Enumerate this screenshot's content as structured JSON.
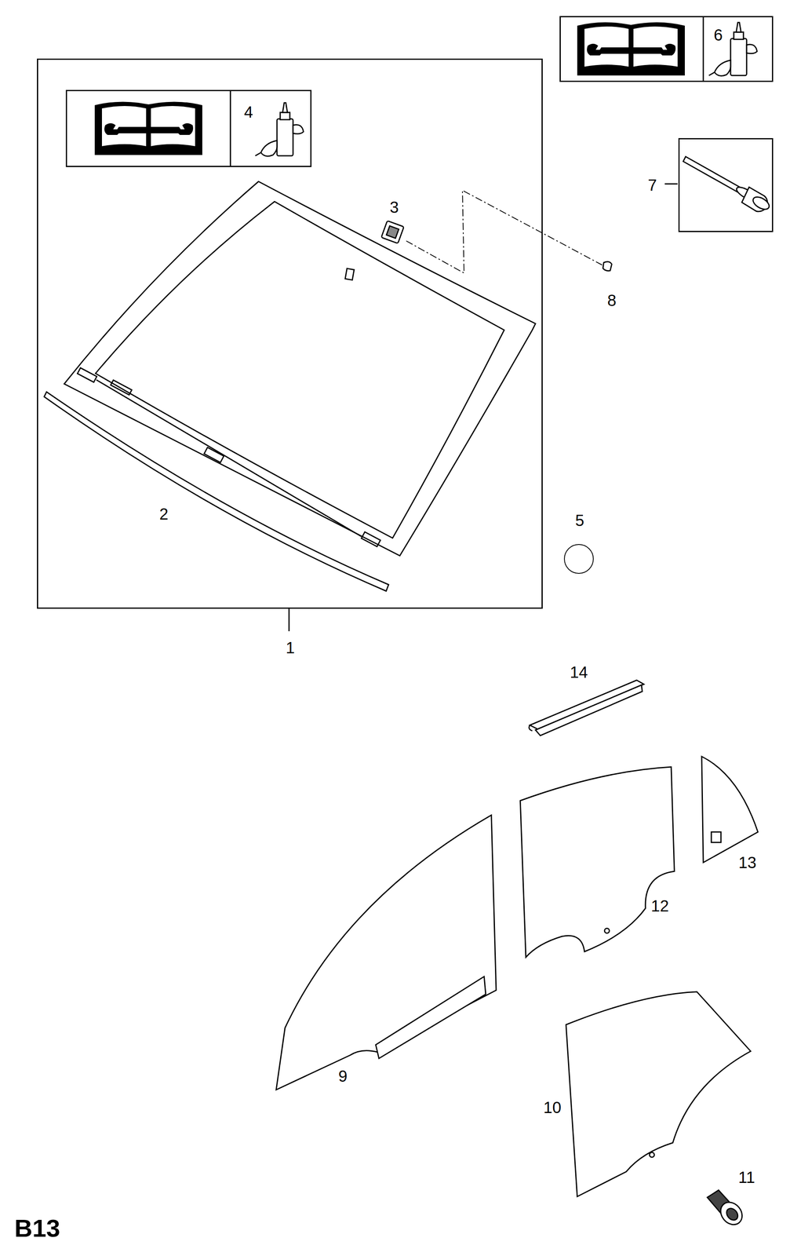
{
  "diagram": {
    "nodes": [
      {
        "text": [
          "1"
        ]
      },
      {
        "text": [
          "4"
        ],
        "in": 0
      },
      {
        "text": [
          "6"
        ]
      },
      {
        "text": [
          "7"
        ]
      }
    ],
    "labels": [
      "2",
      "3",
      "5",
      "8",
      "9",
      "10",
      "11",
      "12",
      "13",
      "14",
      "B13"
    ]
  }
}
